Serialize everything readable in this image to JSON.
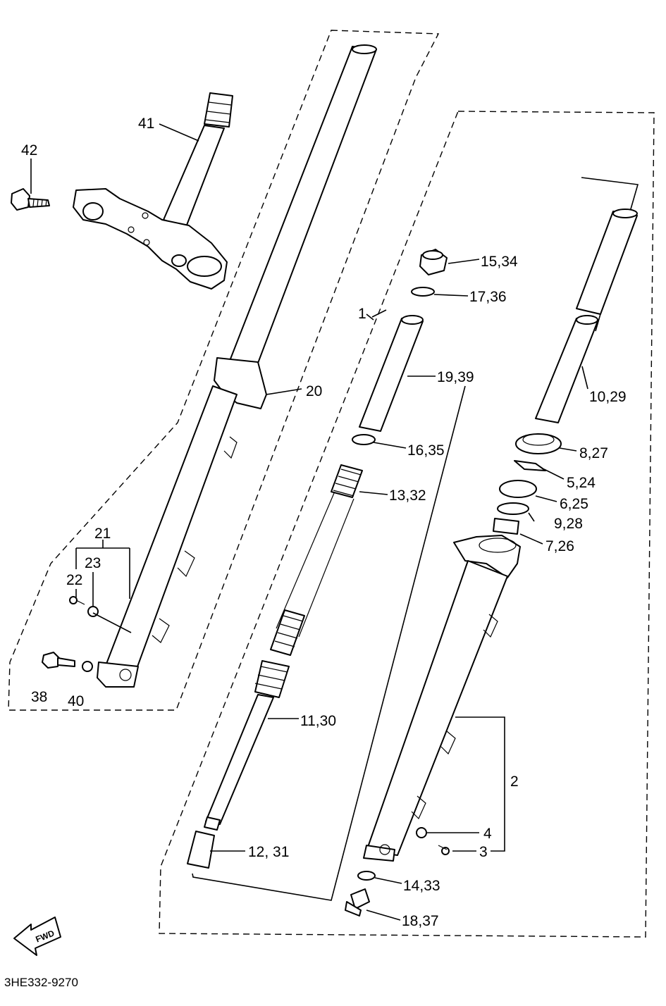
{
  "labels": {
    "l41": "41",
    "l42": "42",
    "l20": "20",
    "l21": "21",
    "l23": "23",
    "l22": "22",
    "l38": "38",
    "l40": "40",
    "l1": "1",
    "l15_34": "15,34",
    "l17_36": "17,36",
    "l19_39": "19,39",
    "l16_35": "16,35",
    "l13_32": "13,32",
    "l11_30": "11,30",
    "l12_31": "12, 31",
    "l10_29": "10,29",
    "l8_27": "8,27",
    "l5_24": "5,24",
    "l6_25": "6,25",
    "l9_28": "9,28",
    "l7_26": "7,26",
    "l2": "2",
    "l4": "4",
    "l3": "3",
    "l14_33": "14,33",
    "l18_37": "18,37"
  },
  "fwd_badge": "FWD",
  "diagram_code": "3HE332-9270"
}
